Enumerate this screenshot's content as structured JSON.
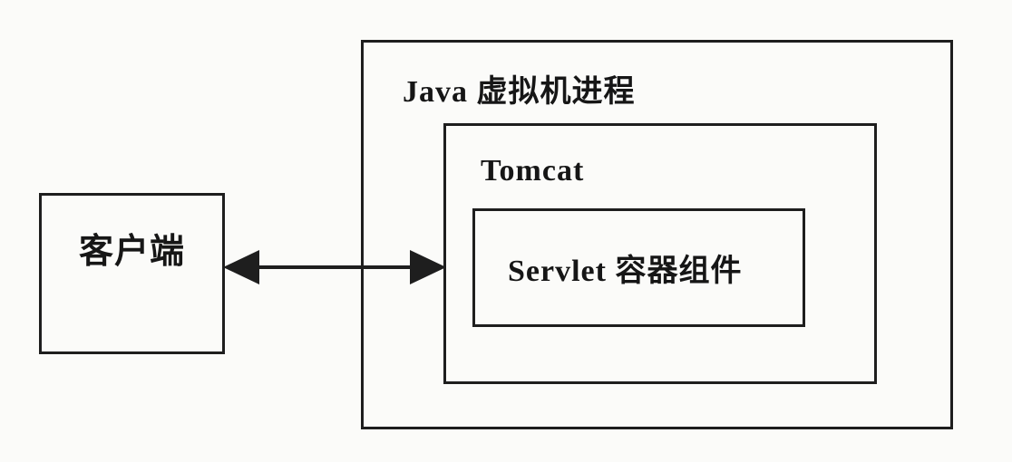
{
  "figure": {
    "type": "architecture-diagram",
    "boxes": {
      "client": {
        "label": "客户端"
      },
      "jvm": {
        "label": "Java 虚拟机进程"
      },
      "tomcat": {
        "label": "Tomcat"
      },
      "servlet": {
        "label": "Servlet 容器组件"
      }
    },
    "connector": {
      "type": "double-headed-arrow",
      "from": "客户端",
      "to": "Tomcat"
    },
    "colors": {
      "line": "#1e1e1e",
      "background": "#fbfbf9",
      "text": "#161616"
    }
  }
}
